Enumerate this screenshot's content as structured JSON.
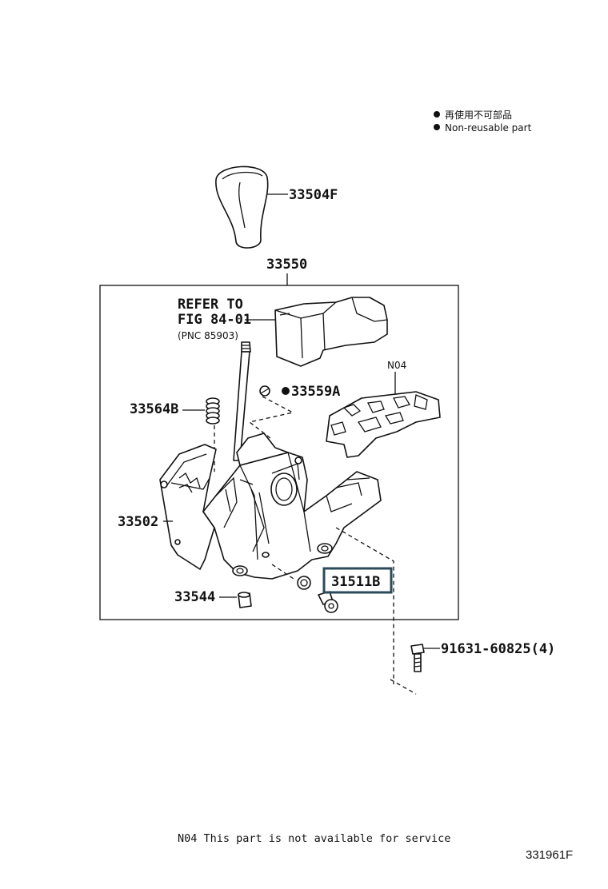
{
  "legend": {
    "bullet_jp": "再使用不可部品",
    "bullet_en": "Non-reusable part"
  },
  "parts": {
    "knob": "33504F",
    "assembly": "33550",
    "refer_line1": "REFER TO",
    "refer_line2": "FIG 84-01",
    "refer_pnc": "(PNC 85903)",
    "n04": "N04",
    "clip": "33559A",
    "spring": "33564B",
    "housing": "33502",
    "bushing": "33544",
    "highlighted": "31511B",
    "bolt": "91631-60825(4)"
  },
  "footer": {
    "note": "N04 This part is not available for service",
    "diagram_code": "331961F"
  },
  "colors": {
    "line": "#111111",
    "highlight_border": "#2b4a5a"
  }
}
